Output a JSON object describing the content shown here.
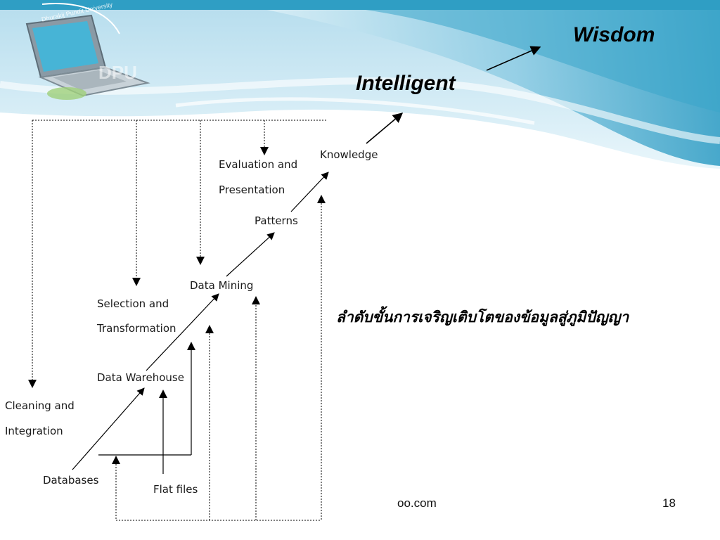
{
  "header": {
    "logo_caption": "Dhurakij Pundit University",
    "logo_mark": "DPU"
  },
  "titles": {
    "wisdom": "Wisdom",
    "intelligent": "Intelligent"
  },
  "diagram": {
    "nodes": {
      "knowledge": "Knowledge",
      "evaluation_line1": "Evaluation and",
      "evaluation_line2": "Presentation",
      "patterns": "Patterns",
      "data_mining": "Data Mining",
      "selection_line1": "Selection and",
      "selection_line2": "Transformation",
      "data_warehouse": "Data Warehouse",
      "cleaning_line1": "Cleaning and",
      "cleaning_line2": "Integration",
      "databases": "Databases",
      "flat_files": "Flat files"
    }
  },
  "caption_thai": "ลำดับขั้นการเจริญเติบโตของข้อมูลสู่ภูมิปัญญา",
  "footer": {
    "source": "oo.com",
    "page_number": "18"
  },
  "colors": {
    "wave_dark": "#2f9ec4",
    "wave_light": "#cfe9f4",
    "line": "#000000"
  }
}
